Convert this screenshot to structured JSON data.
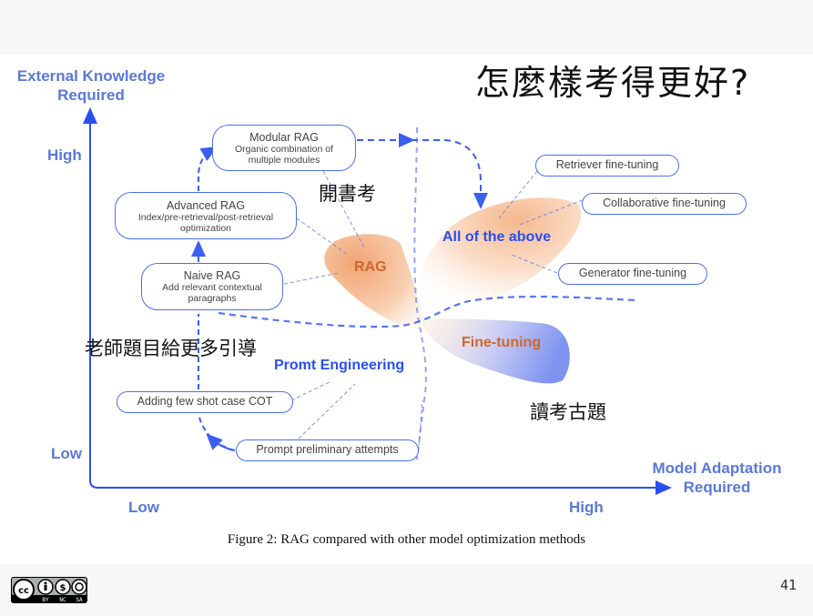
{
  "slide": {
    "title": "怎麼樣考得更好?",
    "page_number": "41",
    "license": {
      "icons": [
        "cc-icon",
        "by-icon",
        "nc-icon",
        "sa-icon"
      ],
      "labels": [
        "BY",
        "NC",
        "SA"
      ]
    }
  },
  "figure": {
    "caption": "Figure 2: RAG compared with other model optimization methods",
    "y_axis": {
      "title_line1": "External Knowledge",
      "title_line2": "Required",
      "high": "High",
      "low": "Low"
    },
    "x_axis": {
      "title_line1": "Model Adaptation",
      "title_line2": "Required",
      "low": "Low",
      "high": "High"
    },
    "regions": {
      "rag": "RAG",
      "all": "All of the above",
      "fine_tuning": "Fine-tuning",
      "prompt": "Promt Engineering"
    },
    "rag_stages": [
      {
        "title": "Modular RAG",
        "desc_line1": "Organic combination of",
        "desc_line2": "multiple modules"
      },
      {
        "title": "Advanced RAG",
        "desc_line1": "Index/pre-retrieval/post-retrieval",
        "desc_line2": "optimization"
      },
      {
        "title": "Naive RAG",
        "desc_line1": "Add relevant contextual",
        "desc_line2": "paragraphs"
      }
    ],
    "prompt_stages": [
      "Adding few shot case COT",
      "Prompt preliminary attempts"
    ],
    "finetune_stages": [
      "Retriever fine-tuning",
      "Collaborative fine-tuning",
      "Generator fine-tuning"
    ]
  },
  "annotations": {
    "open_book": "開書考",
    "more_guidance": "老師題目給更多引導",
    "past_exams": "讀考古題"
  },
  "colors": {
    "accent_blue": "#3b5ff0",
    "axis_label": "#5b78d8",
    "rag_orange": "#d0672a",
    "finetune_blue": "#7f94f0"
  }
}
